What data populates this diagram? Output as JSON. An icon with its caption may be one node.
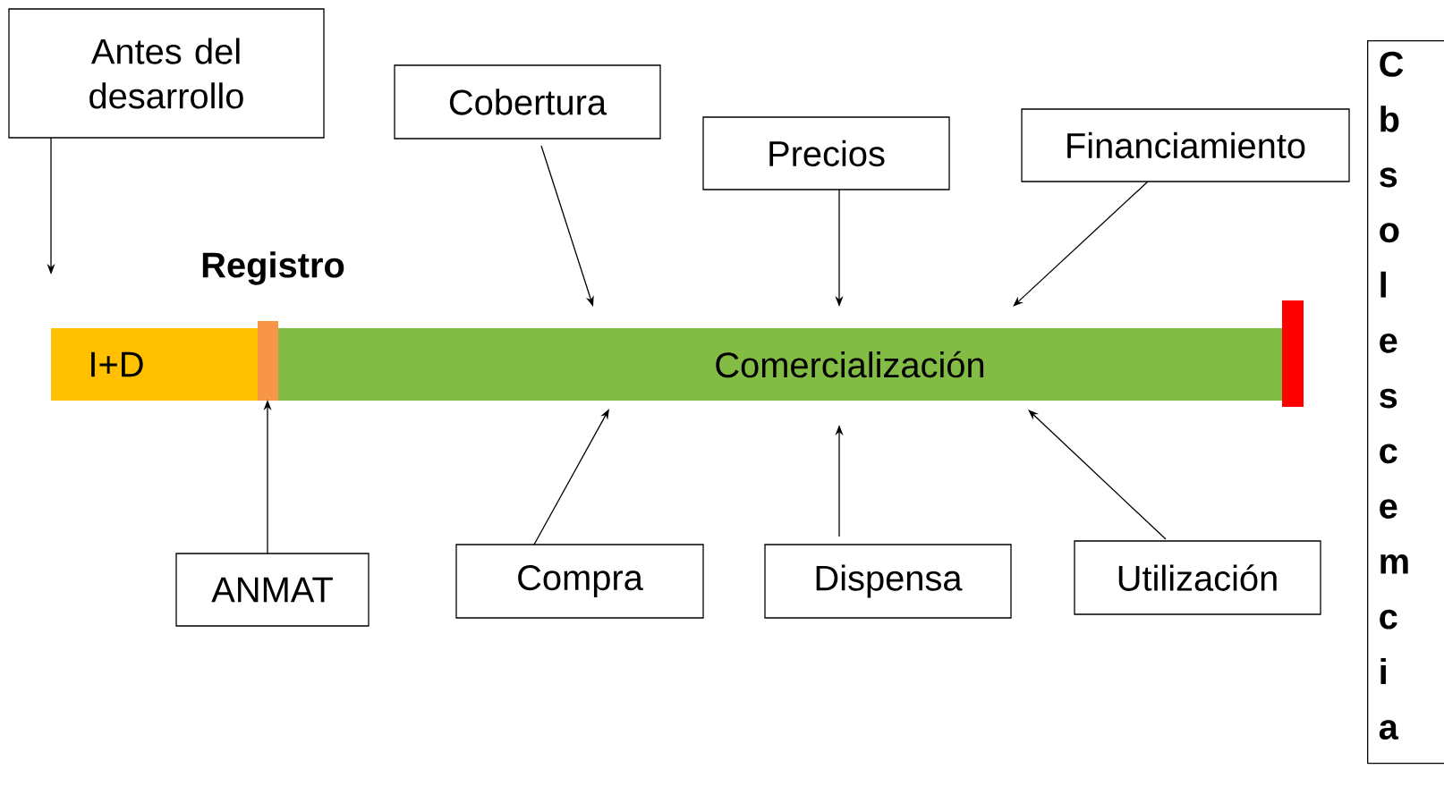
{
  "diagram": {
    "nodes": [
      {
        "text": [
          "Antes del desarrollo"
        ]
      },
      {
        "text": [
          "Cobertura"
        ]
      },
      {
        "text": [
          "Precios"
        ]
      },
      {
        "text": [
          "Financiamiento"
        ]
      },
      {
        "text": [
          "I+D"
        ]
      },
      {
        "text": [],
        "shape": "bar"
      },
      {
        "text": [
          "Comercialización"
        ]
      },
      {
        "text": [],
        "shape": "bar"
      },
      {
        "text": [
          "ANMAT"
        ]
      },
      {
        "text": [
          "Compra"
        ]
      },
      {
        "text": [
          "Dispensa"
        ]
      },
      {
        "text": [
          "Utilización"
        ]
      },
      {
        "text": [
          "C b s o l e s c e m c i a"
        ]
      }
    ],
    "edges": [
      {
        "from": 0,
        "to": 4,
        "arrow": "to"
      },
      {
        "from": 1,
        "to": 6,
        "arrow": "to"
      },
      {
        "from": 2,
        "to": 6,
        "arrow": "to"
      },
      {
        "from": 3,
        "to": 6,
        "arrow": "to"
      },
      {
        "from": 8,
        "to": 5,
        "arrow": "to"
      },
      {
        "from": 9,
        "to": 6,
        "arrow": "to"
      },
      {
        "from": 10,
        "to": 6,
        "arrow": "to"
      },
      {
        "from": 11,
        "to": 6,
        "arrow": "to"
      }
    ],
    "labels": [
      "Registro"
    ]
  }
}
